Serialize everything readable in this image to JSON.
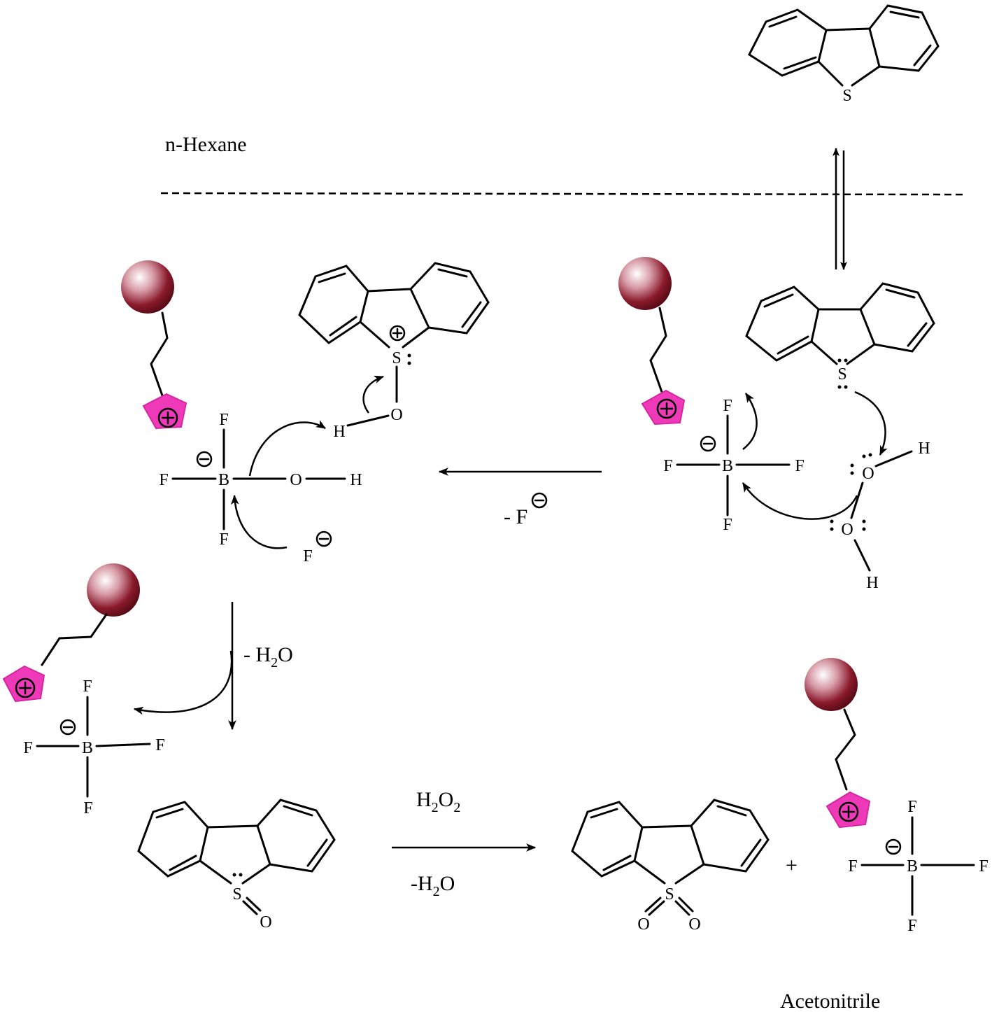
{
  "phases": {
    "upper": "n-Hexane",
    "lower": "Acetonitrile"
  },
  "atoms": {
    "S": "S",
    "O": "O",
    "H": "H",
    "F": "F",
    "B": "B"
  },
  "reagents": {
    "minus_f_prefix": "- F",
    "f_anion": "F",
    "minus_h2o_top": "- H",
    "h2o2_h": "H",
    "h2o2_o": "O",
    "sub2": "2",
    "minus_h2o_bottom": "-H",
    "h2o_o": "O",
    "plus": "+"
  },
  "colors": {
    "ionic_liquid_ring": "#ee3ab8",
    "bead_dark": "#7a1020",
    "bead_light": "#ffffff"
  },
  "icons": {
    "bead": "support-sphere",
    "cation": "imidazolium-cation"
  }
}
